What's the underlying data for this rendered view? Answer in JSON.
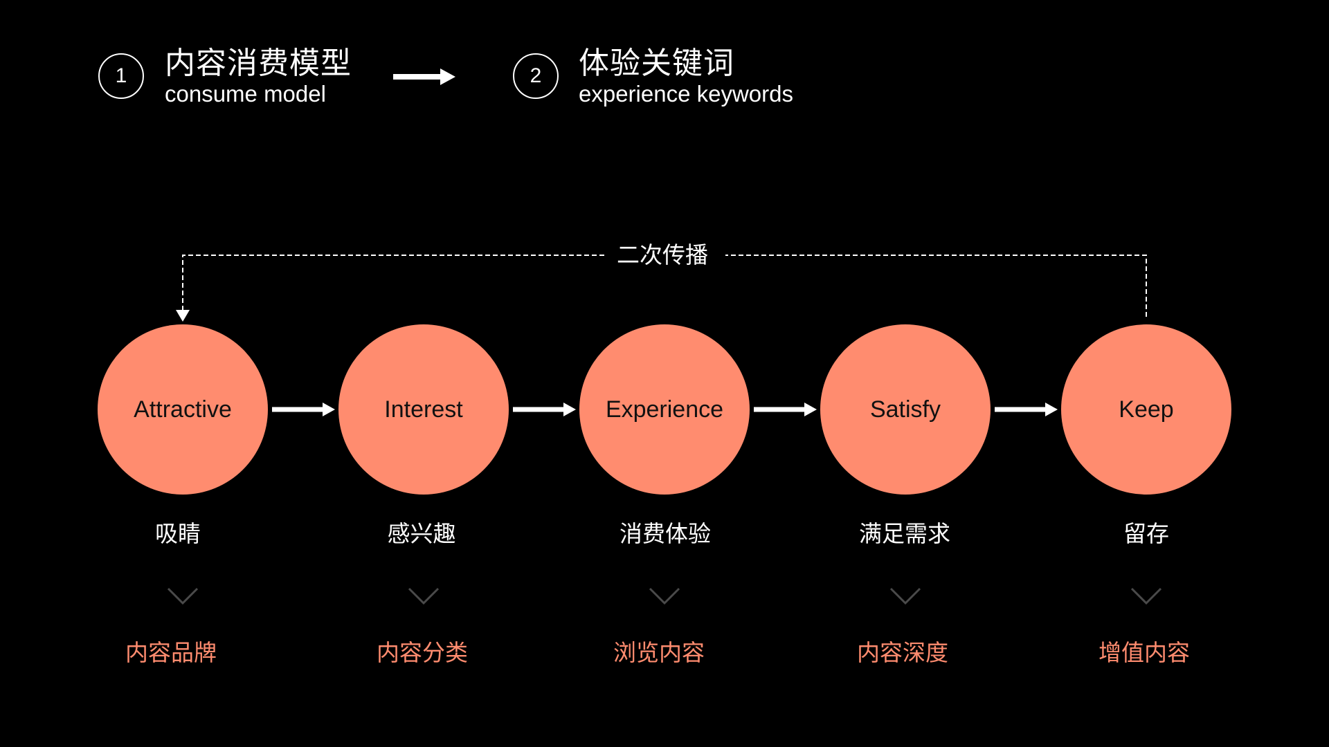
{
  "header": {
    "steps": [
      {
        "number": "1",
        "title": "内容消费模型",
        "subtitle": "consume model"
      },
      {
        "number": "2",
        "title": "体验关键词",
        "subtitle": "experience keywords"
      }
    ],
    "connector_icon": "right-arrow-icon"
  },
  "loop": {
    "label": "二次传播",
    "icon": "dashed-feedback-arrow-icon"
  },
  "colors": {
    "background": "#000000",
    "node_fill": "#FF8C6F",
    "accent_text": "#FF8C6F",
    "chevron": "#4A4A4A",
    "text": "#FFFFFF"
  },
  "stages": [
    {
      "en": "Attractive",
      "cn": "吸睛",
      "keyword": "内容品牌"
    },
    {
      "en": "Interest",
      "cn": "感兴趣",
      "keyword": "内容分类"
    },
    {
      "en": "Experience",
      "cn": "消费体验",
      "keyword": "浏览内容"
    },
    {
      "en": "Satisfy",
      "cn": "满足需求",
      "keyword": "内容深度"
    },
    {
      "en": "Keep",
      "cn": "留存",
      "keyword": "增值内容"
    }
  ]
}
